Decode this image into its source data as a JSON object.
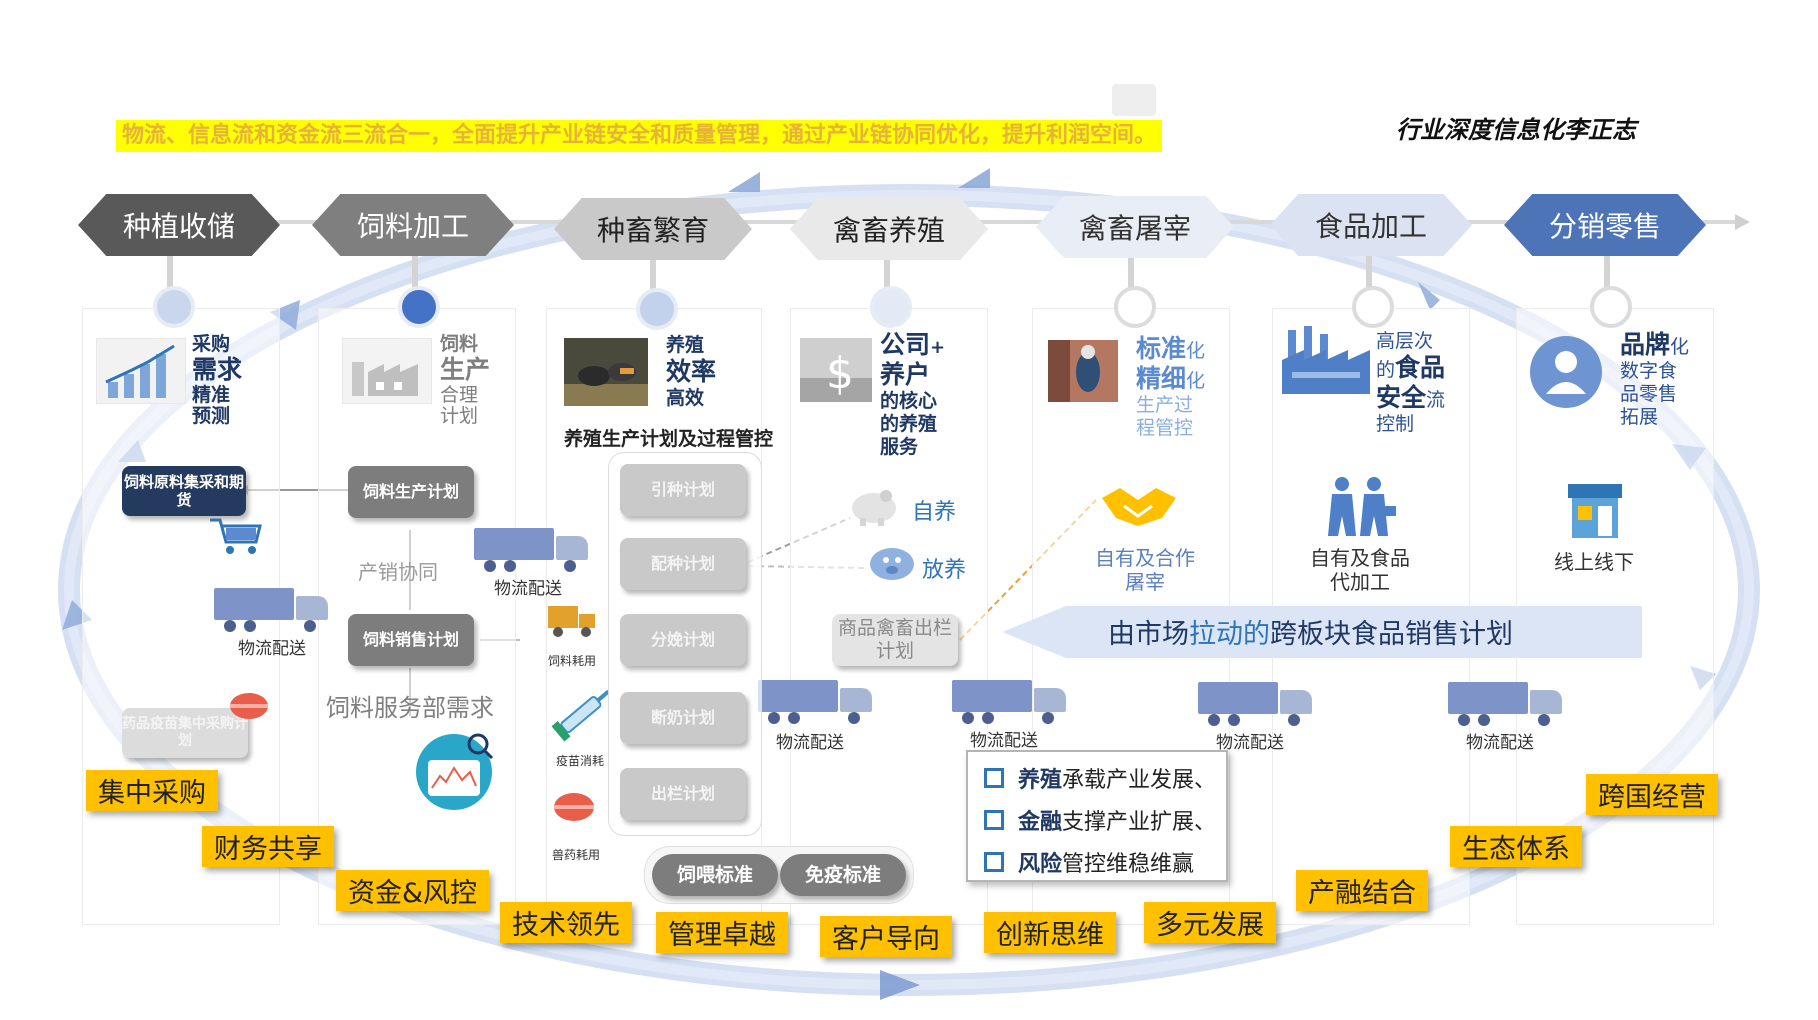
{
  "banner_text": "物流、信息流和资金流三流合一，全面提升产业链安全和质量管理，通过产业链协同优化，提升利润空间。",
  "author": "行业深度信息化李正志",
  "stages": [
    "种植收储",
    "饲料加工",
    "种畜繁育",
    "禽畜养殖",
    "禽畜屠宰",
    "食品加工",
    "分销零售"
  ],
  "columns": {
    "c1": {
      "l1": "采购",
      "l2": "需求",
      "l3": "精准",
      "l4": "预测"
    },
    "c2": {
      "l1": "饲料",
      "l2": "生产",
      "l3": "合理",
      "l4": "计划"
    },
    "c3": {
      "l1": "养殖",
      "l2": "效率",
      "l3": "高效",
      "subtitle": "养殖生产计划及过程管控"
    },
    "c4": {
      "l1": "公司",
      "plus": "+",
      "l2": "养户",
      "l3": "的核心",
      "l4": "的养殖",
      "l5": "服务"
    },
    "c5": {
      "l1a": "标准",
      "l1b": "化",
      "l2a": "精细",
      "l2b": "化",
      "l3": "生产过",
      "l4": "程管控",
      "bottom1": "自有及合作",
      "bottom2": "屠宰"
    },
    "c6": {
      "l1": "高层次",
      "l2a": "的",
      "l2b": "食品",
      "l3a": "安全",
      "l3b": "流",
      "l4": "控制",
      "bottom1": "自有及食品",
      "bottom2": "代加工"
    },
    "c7": {
      "l1a": "品牌",
      "l1b": "化",
      "l2": "数字食",
      "l3": "品零售",
      "l4": "拓展",
      "bottom": "线上线下"
    }
  },
  "plans": {
    "raw_material": "饲料原料集采和期货",
    "feed_production": "饲料生产计划",
    "feed_sales": "饲料销售计划",
    "drug_vaccine": "药品疫苗集中采购计划",
    "breeding": [
      "引种计划",
      "配种计划",
      "分娩计划",
      "断奶计划",
      "出栏计划"
    ],
    "livestock_out": "商品禽畜出栏计划",
    "feeding_std": "饲喂标准",
    "immune_std": "免疫标准"
  },
  "labels": {
    "coord": "产销协同",
    "service_demand": "饲料服务部需求",
    "logistics": "物流配送",
    "feed_use": "饲料耗用",
    "vaccine_use": "疫苗消耗",
    "vet_use": "兽药耗用",
    "self_raise": "自养",
    "free_raise": "放养"
  },
  "market_plan": {
    "a": "由市场",
    "b": "拉动的",
    "c": "跨板块食品销售计划"
  },
  "checklist": [
    {
      "kw": "养殖",
      "rest": "承载产业发展、"
    },
    {
      "kw": "金融",
      "rest": "支撑产业扩展、"
    },
    {
      "kw": "风险",
      "rest": "管控维稳维赢"
    }
  ],
  "values": [
    "集中采购",
    "财务共享",
    "资金&风控",
    "技术领先",
    "管理卓越",
    "客户导向",
    "创新思维",
    "多元发展",
    "产融结合",
    "生态体系",
    "跨国经营"
  ],
  "icons": [
    "growth-chart-icon",
    "factory-icon",
    "livestock-photo-icon",
    "dollar-icon",
    "worker-photo-icon",
    "industrial-plant-icon",
    "person-badge-icon",
    "shopping-cart-icon",
    "truck-icon",
    "piggy-bank-icon",
    "handshake-icon",
    "two-people-icon",
    "shop-icon",
    "cloud-analytics-icon",
    "pill-icon",
    "syringe-icon",
    "checkbox-icon"
  ],
  "colors": {
    "banner_bg": "#ffff00",
    "banner_text": "#e7b23a",
    "value_box": "#ffc000",
    "navy": "#1f3864",
    "ring": "#b9c9e6",
    "plan_dark": "#7d7d7d",
    "text_blue": "#2e5395"
  }
}
